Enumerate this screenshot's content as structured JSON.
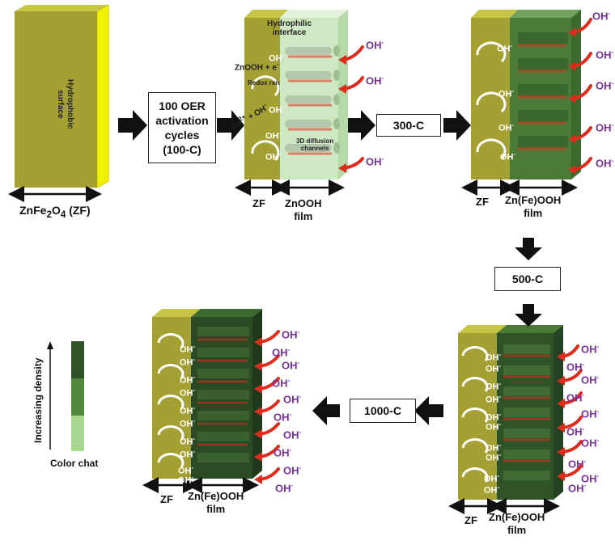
{
  "colors": {
    "zf_front": "#a5a033",
    "zf_top": "#c8c446",
    "zf_side_yellow": "#f5f500",
    "light_film": "#cfe8c4",
    "film_mid": "#4b7a37",
    "film_dark": "#2f5226",
    "oh_purple": "#7a2ea0",
    "arrow_red": "#e02a1c"
  },
  "stage1": {
    "hydrophobic_line1": "Hydrophobic",
    "hydrophobic_line2": "surface",
    "label_prefix": "ZnFe",
    "label_sub1": "2",
    "label_mid": "O",
    "label_sub2": "4",
    "label_suffix": " (ZF)"
  },
  "step1": {
    "line1": "100  OER",
    "line2": "activation",
    "line3": "cycles",
    "line4": "(100-C)"
  },
  "stage2": {
    "hydrophilic_line1": "Hydrophilic",
    "hydrophilic_line2": "interface",
    "znooh_e": "ZnOOH + e",
    "e_sup": "-",
    "redox": "Redox rxn",
    "zn2": "Zn",
    "zn2_sup": "2+",
    "plus_oh": " + OH",
    "plus_oh_sup": "-",
    "diffusion_line1": "3D diffusion",
    "diffusion_line2": "channels",
    "zf_label": "ZF",
    "film_line1": "ZnOOH",
    "film_line2": "film"
  },
  "step2": "300-C",
  "step3": "500-C",
  "step4": "1000-C",
  "film_label": {
    "zf": "ZF",
    "line1": "Zn(Fe)OOH",
    "line2": "film"
  },
  "oh": "OH",
  "oh_sup": "-",
  "color_chart": {
    "axis_label": "Increasing density",
    "caption": "Color chat"
  }
}
